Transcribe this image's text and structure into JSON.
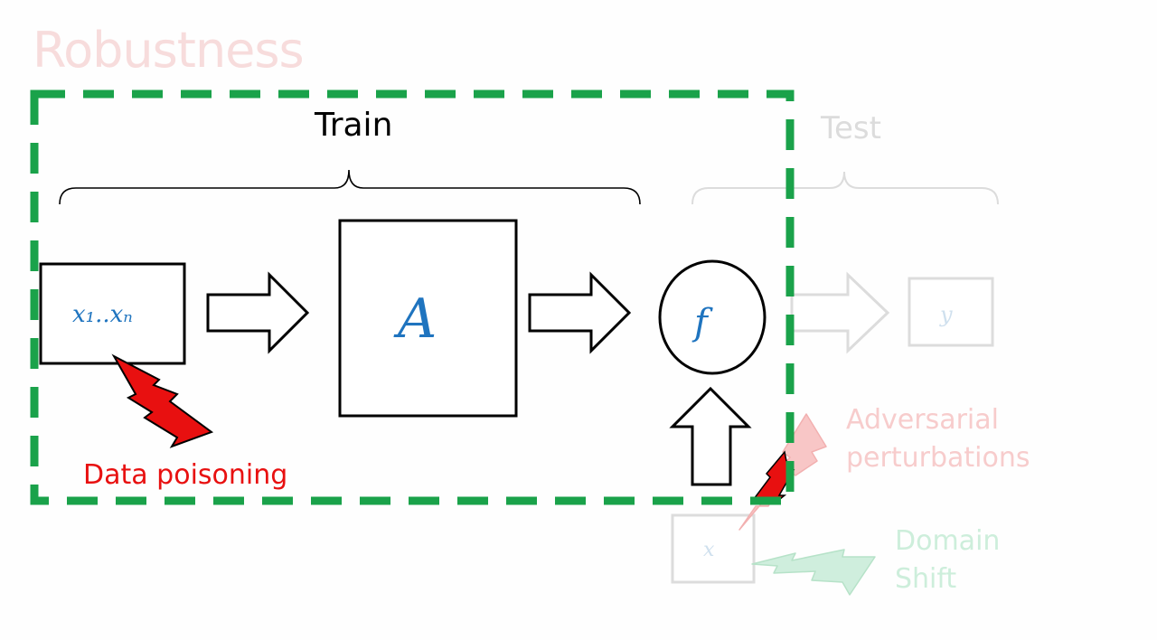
{
  "slide": {
    "title": "Robustness"
  },
  "diagram": {
    "train_label": "Train",
    "test_label": "Test",
    "data_poisoning_label": "Data poisoning",
    "adversarial_label_line1": "Adversarial",
    "adversarial_label_line2": "perturbations",
    "domain_shift_label_line1": "Domain",
    "domain_shift_label_line2": "Shift",
    "training_data_math": "x₁..xₙ",
    "algorithm_math": "A",
    "model_math": "f",
    "output_math": "y",
    "input_math": "x"
  },
  "colors": {
    "title": "#f7dcdc",
    "train_region_border": "#1aa24a",
    "poison": "#e81010",
    "math_blue": "#1f74bf",
    "faded_gray": "#dcdcdc",
    "faded_red": "#f7cccc",
    "faded_green": "#cdeedb"
  }
}
